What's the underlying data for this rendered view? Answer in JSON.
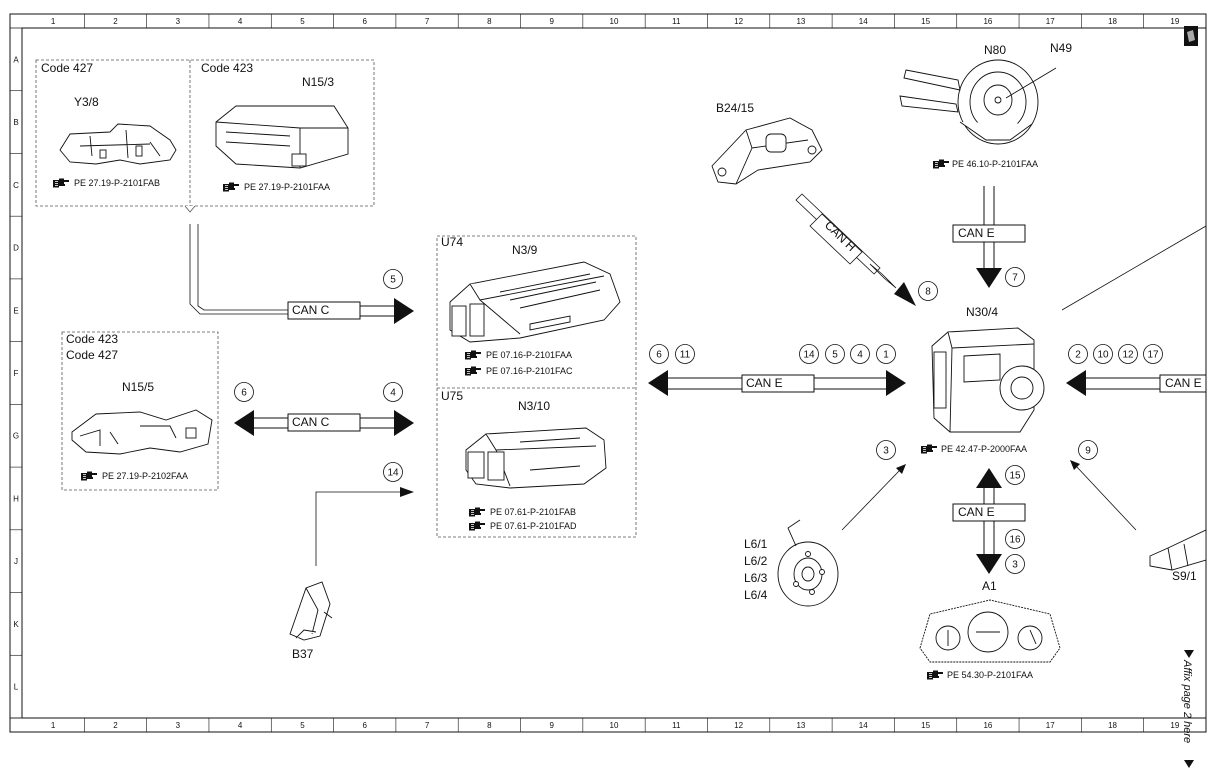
{
  "grid": {
    "cols": [
      "1",
      "2",
      "3",
      "4",
      "5",
      "6",
      "7",
      "8",
      "9",
      "10",
      "11",
      "12",
      "13",
      "14",
      "15",
      "16",
      "17",
      "18",
      "19"
    ],
    "rows": [
      "A",
      "B",
      "C",
      "D",
      "E",
      "F",
      "G",
      "H",
      "J",
      "K",
      "L"
    ]
  },
  "codes": {
    "c427_top": "Code 427",
    "c423_top": "Code 423",
    "c423_mid": "Code 423",
    "c427_mid": "Code 427"
  },
  "components": {
    "y3_8": "Y3/8",
    "n15_3": "N15/3",
    "n15_5": "N15/5",
    "b37": "B37",
    "u74": "U74",
    "n3_9": "N3/9",
    "u75": "U75",
    "n3_10": "N3/10",
    "b24_15": "B24/15",
    "n80": "N80",
    "n49": "N49",
    "n30_4": "N30/4",
    "l6_1": "L6/1",
    "l6_2": "L6/2",
    "l6_3": "L6/3",
    "l6_4": "L6/4",
    "a1": "A1",
    "s9_1": "S9/1"
  },
  "references": {
    "y3_8": "PE 27.19-P-2101FAB",
    "n15_3": "PE 27.19-P-2101FAA",
    "n15_5": "PE 27.19-P-2102FAA",
    "n3_9_a": "PE 07.16-P-2101FAA",
    "n3_9_b": "PE 07.16-P-2101FAC",
    "n3_10_a": "PE 07.61-P-2101FAB",
    "n3_10_b": "PE 07.61-P-2101FAD",
    "n80": "PE 46.10-P-2101FAA",
    "n30_4": "PE 42.47-P-2000FAA",
    "a1": "PE 54.30-P-2101FAA"
  },
  "buses": {
    "can_c_1": "CAN C",
    "can_c_2": "CAN C",
    "can_e_center": "CAN E",
    "can_e_top": "CAN E",
    "can_e_right": "CAN E",
    "can_e_bottom": "CAN E",
    "can_h": "CAN H"
  },
  "signals": {
    "s5": "5",
    "s6_left": "6",
    "s4": "4",
    "s14_left": "14",
    "s6": "6",
    "s11": "11",
    "s14": "14",
    "s5b": "5",
    "s4b": "4",
    "s1": "1",
    "s8": "8",
    "s7": "7",
    "s2": "2",
    "s10": "10",
    "s12": "12",
    "s17": "17",
    "s3_left": "3",
    "s9": "9",
    "s15": "15",
    "s16": "16",
    "s3_bottom": "3"
  },
  "side_note": "Affix page 2 here"
}
